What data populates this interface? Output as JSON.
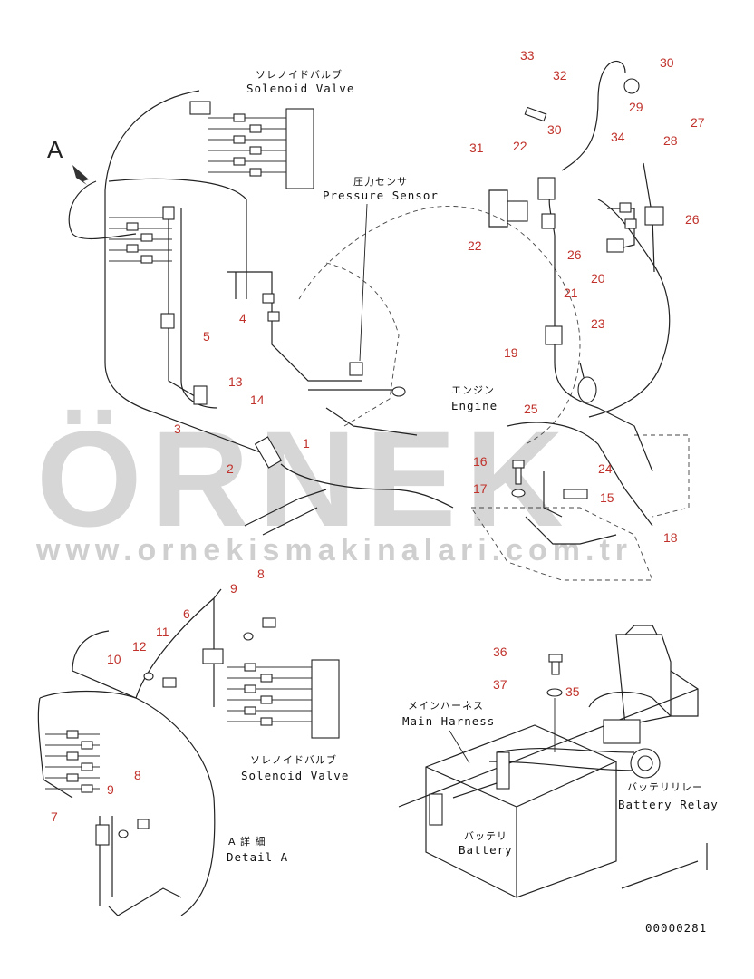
{
  "view_label": "A",
  "labels": {
    "solenoid_top_jp": "ソレノイドバルブ",
    "solenoid_top_en": "Solenoid Valve",
    "pressure_jp": "圧力センサ",
    "pressure_en": "Pressure Sensor",
    "engine_jp": "エンジン",
    "engine_en": "Engine",
    "harness_jp": "メインハーネス",
    "harness_en": "Main Harness",
    "relay_jp": "バッテリリレー",
    "relay_en": "Battery Relay",
    "battery_jp": "バッテリ",
    "battery_en": "Battery",
    "solenoid_bot_jp": "ソレノイドバルブ",
    "solenoid_bot_en": "Solenoid Valve",
    "detail_jp": "A 詳 細",
    "detail_en": "Detail A",
    "drawing_no": "00000281"
  },
  "watermark": {
    "brand": "ÖRNEK",
    "url": "www.ornekismakinalari.com.tr"
  },
  "part_numbers": [
    "1",
    "2",
    "3",
    "4",
    "5",
    "13",
    "14",
    "16",
    "17",
    "15",
    "18",
    "24",
    "25",
    "19",
    "21",
    "20",
    "23",
    "22",
    "22",
    "31",
    "33",
    "32",
    "30",
    "30",
    "29",
    "34",
    "28",
    "27",
    "26",
    "26",
    "6",
    "8",
    "9",
    "11",
    "12",
    "10",
    "9",
    "8",
    "7",
    "36",
    "37",
    "35"
  ],
  "colors": {
    "callout": "#c0322b",
    "line": "#222222",
    "watermark": "#d6d6d6"
  }
}
